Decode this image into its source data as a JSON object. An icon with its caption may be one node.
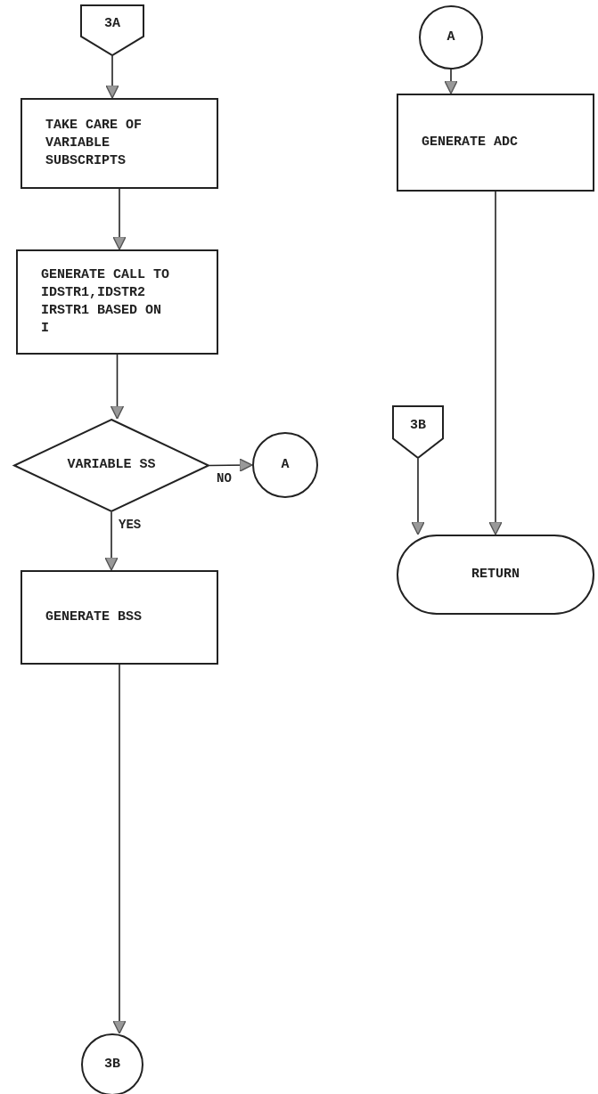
{
  "diagram": {
    "nodes": [
      {
        "text": [
          "3A"
        ]
      },
      {
        "text": [
          "TAKE CARE OF VARIABLE SUBSCRIPTS"
        ]
      },
      {
        "text": [
          "GENERATE CALL TO IDSTR1,IDSTR2 IRSTR1 BASED ON I"
        ]
      },
      {
        "text": [
          "VARIABLE SS"
        ]
      },
      {
        "text": [
          "A"
        ]
      },
      {
        "text": [
          "GENERATE BSS"
        ]
      },
      {
        "text": [
          "3B"
        ]
      },
      {
        "text": [
          "A"
        ]
      },
      {
        "text": [
          "GENERATE ADC"
        ]
      },
      {
        "text": [
          "3B"
        ]
      },
      {
        "text": [
          "RETURN"
        ]
      }
    ],
    "edges": [
      {
        "from": 0,
        "to": 1,
        "arrow": "to"
      },
      {
        "from": 1,
        "to": 2,
        "arrow": "to"
      },
      {
        "from": 2,
        "to": 3,
        "arrow": "to"
      },
      {
        "from": 3,
        "to": 4,
        "arrow": "to",
        "label": "NO"
      },
      {
        "from": 3,
        "to": 5,
        "arrow": "to",
        "label": "YES"
      },
      {
        "from": 5,
        "to": 6,
        "arrow": "to"
      },
      {
        "from": 7,
        "to": 8,
        "arrow": "to"
      },
      {
        "from": 8,
        "to": 10,
        "arrow": "to"
      },
      {
        "from": 9,
        "to": 10,
        "arrow": "to"
      }
    ]
  }
}
